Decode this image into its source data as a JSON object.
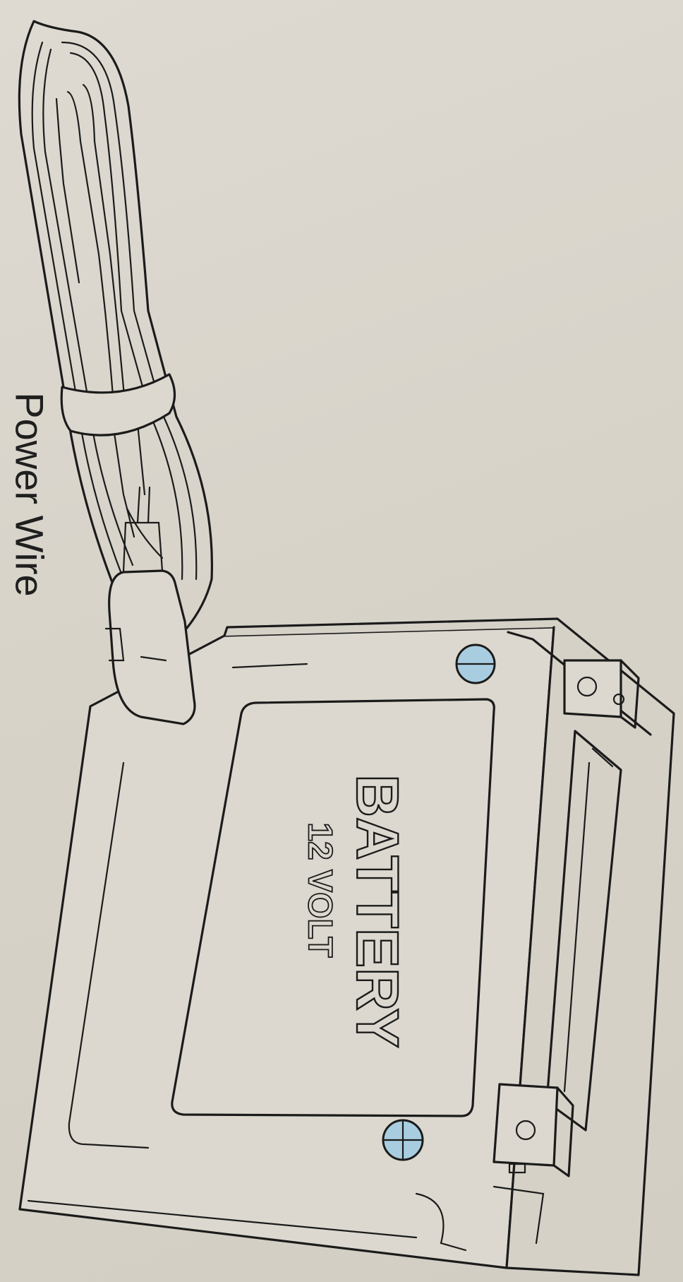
{
  "caption": "Power Wire",
  "battery": {
    "label": "BATTERY",
    "voltage": "12 VOLT"
  },
  "colors": {
    "screw_fill": "#a9cde0",
    "line": "#1b1b1b",
    "paper": "#d9d5cc"
  }
}
